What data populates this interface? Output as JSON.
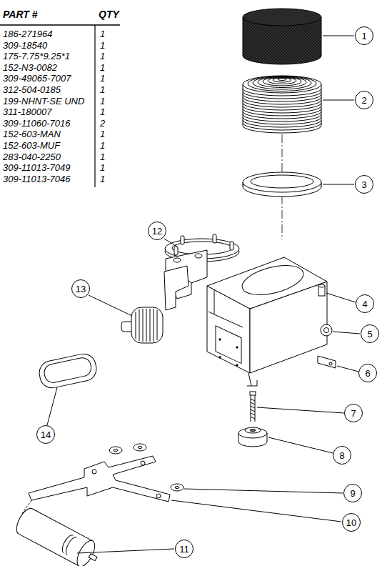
{
  "diagram": {
    "nodes": [
      {
        "text": [
          "1"
        ]
      },
      {
        "text": [
          "2"
        ]
      },
      {
        "text": [
          "3"
        ]
      },
      {
        "text": [
          "4"
        ]
      },
      {
        "text": [
          "5"
        ]
      },
      {
        "text": [
          "6"
        ]
      },
      {
        "text": [
          "7"
        ]
      },
      {
        "text": [
          "8"
        ]
      },
      {
        "text": [
          "9"
        ]
      },
      {
        "text": [
          "10"
        ]
      },
      {
        "text": [
          "11"
        ]
      },
      {
        "text": [
          "12"
        ]
      },
      {
        "text": [
          "13"
        ]
      },
      {
        "text": [
          "14"
        ]
      }
    ],
    "labels": [
      "PART #",
      "QTY",
      "186-271964",
      "1",
      "309-18540",
      "1",
      "175-7.75*9.25*1",
      "1",
      "152-N3-0082",
      "1",
      "309-49065-7007",
      "1",
      "312-504-0185",
      "1",
      "199-NHNT-SE UND",
      "1",
      "311-180007",
      "1",
      "309-11060-7016",
      "2",
      "152-603-MAN",
      "1",
      "152-603-MUF",
      "1",
      "283-040-2250",
      "1",
      "309-11013-7049",
      "1",
      "309-11013-7046",
      "1"
    ]
  }
}
